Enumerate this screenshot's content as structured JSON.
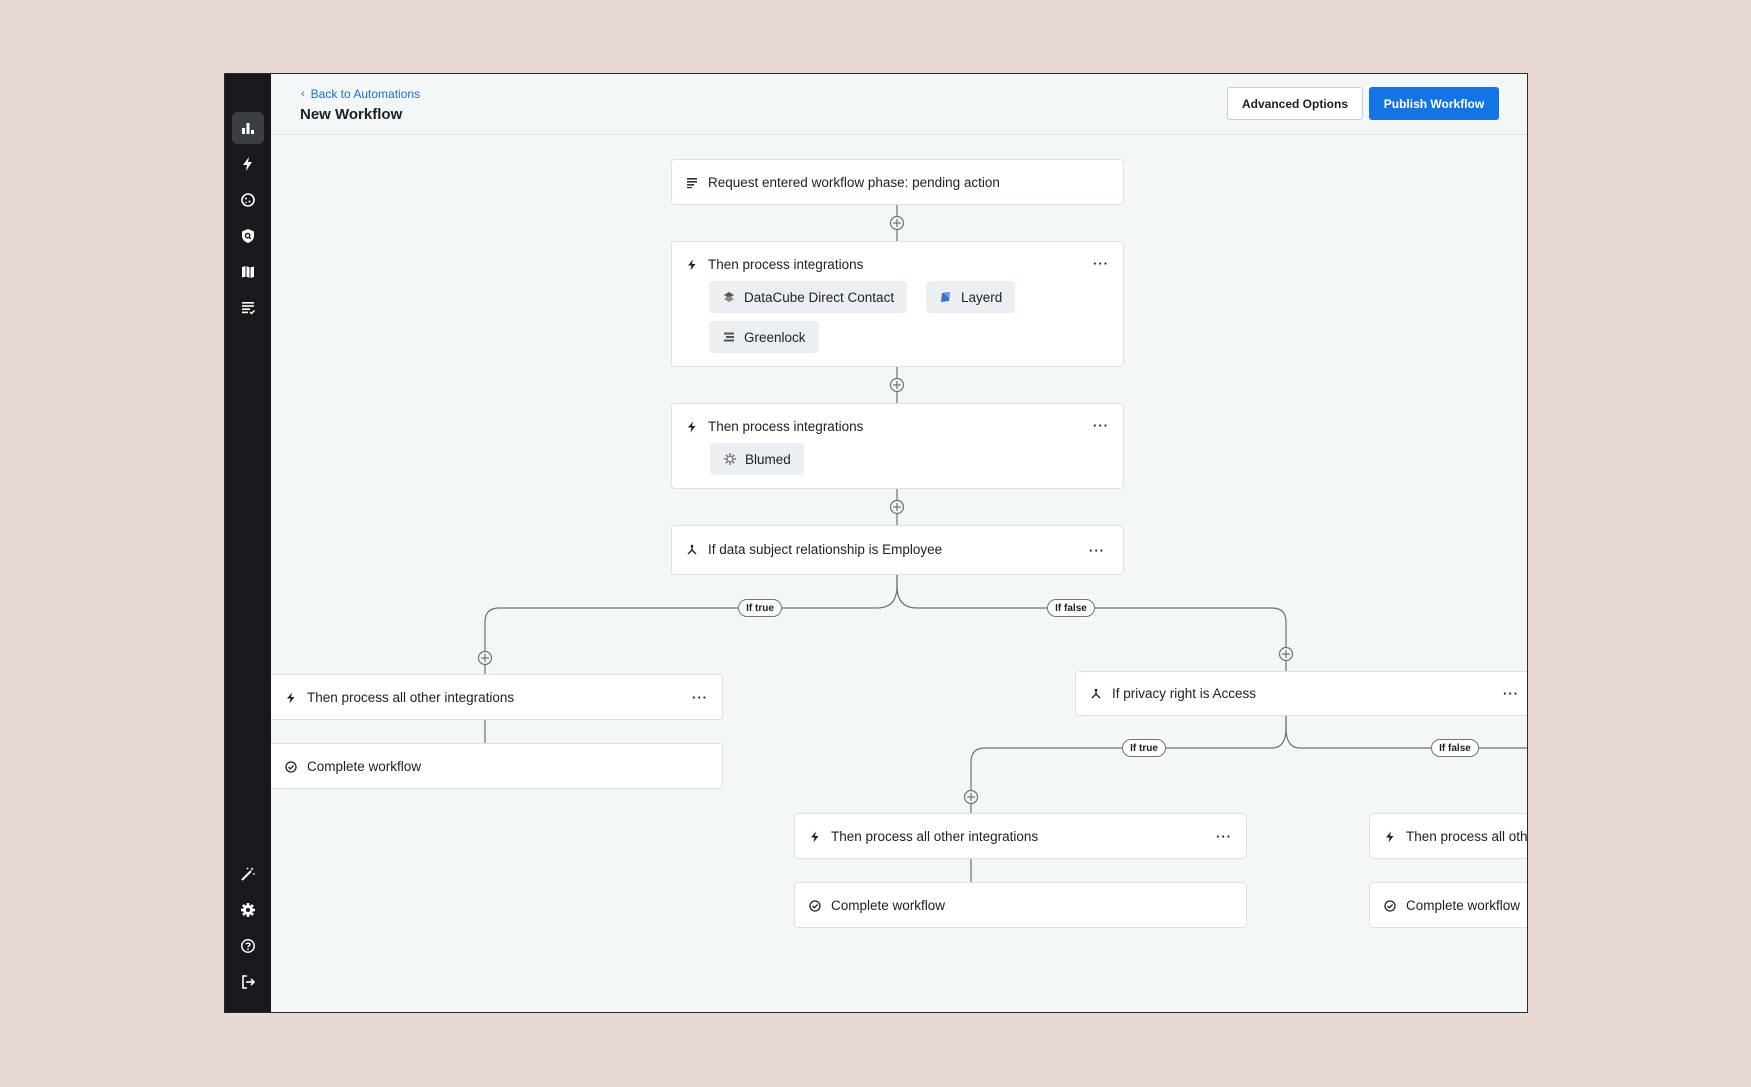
{
  "header": {
    "back_link": "Back to Automations",
    "title": "New Workflow",
    "advanced_options": "Advanced Options",
    "publish": "Publish Workflow"
  },
  "sidebar": {
    "top_icons": [
      "bar-chart-icon",
      "bolt-icon",
      "cookie-icon",
      "shield-search-icon",
      "map-icon",
      "checklist-icon"
    ],
    "bottom_icons": [
      "magic-wand-icon",
      "gear-icon",
      "help-icon",
      "logout-icon"
    ],
    "active": "bar-chart-icon"
  },
  "workflow": {
    "trigger": "Request entered workflow phase: pending action",
    "step1": {
      "label": "Then process integrations",
      "integrations": [
        "DataCube Direct Contact",
        "Layerd",
        "Greenlock"
      ]
    },
    "step2": {
      "label": "Then process integrations",
      "integrations": [
        "Blumed"
      ]
    },
    "condition1": "If data subject relationship is Employee",
    "branch_true": "If true",
    "branch_false": "If false",
    "left_process": "Then process all other integrations",
    "left_complete": "Complete workflow",
    "condition2": "If privacy right is Access",
    "branch2_true": "If true",
    "branch2_false": "If false",
    "mid_process": "Then process all other integrations",
    "mid_complete": "Complete workflow",
    "right_process": "Then process all other integrations",
    "right_complete": "Complete workflow",
    "more_menu": "···"
  },
  "colors": {
    "accent": "#1474e6",
    "sidebar": "#17191c",
    "canvas": "#f4f7f8",
    "background": "#e8d9d5"
  }
}
